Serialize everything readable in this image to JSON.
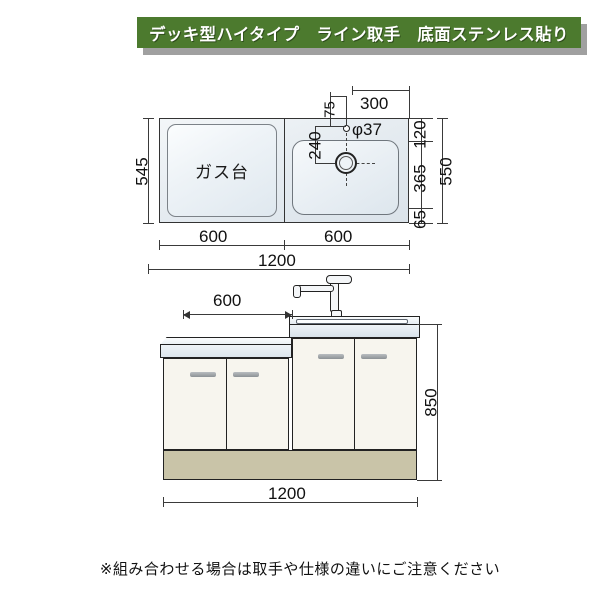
{
  "banner": {
    "text": "デッキ型ハイタイプ　ライン取手　底面ステンレス貼り",
    "bg_color": "#4c7a2e",
    "shadow_color": "#a0a0a0",
    "text_color": "#ffffff"
  },
  "plan_view": {
    "gas_label": "ガス台",
    "dimensions": {
      "left_height": "545",
      "bottom_left": "600",
      "bottom_right": "600",
      "bottom_total": "1200",
      "right_top": "120",
      "right_mid": "365",
      "right_bottom": "65",
      "right_total": "550",
      "faucet_offset": "75",
      "faucet_from_right": "300",
      "faucet_hole_dia": "φ37",
      "drain_from_top": "240"
    }
  },
  "elevation_view": {
    "dimensions": {
      "left_width": "600",
      "height": "850",
      "total_width": "1200"
    },
    "kick_color": "#c9c4a8",
    "door_color": "#f7f5ee",
    "handle_color": "#9aa0a4"
  },
  "footer": {
    "note": "※組み合わせる場合は取手や仕様の違いにご注意ください"
  }
}
